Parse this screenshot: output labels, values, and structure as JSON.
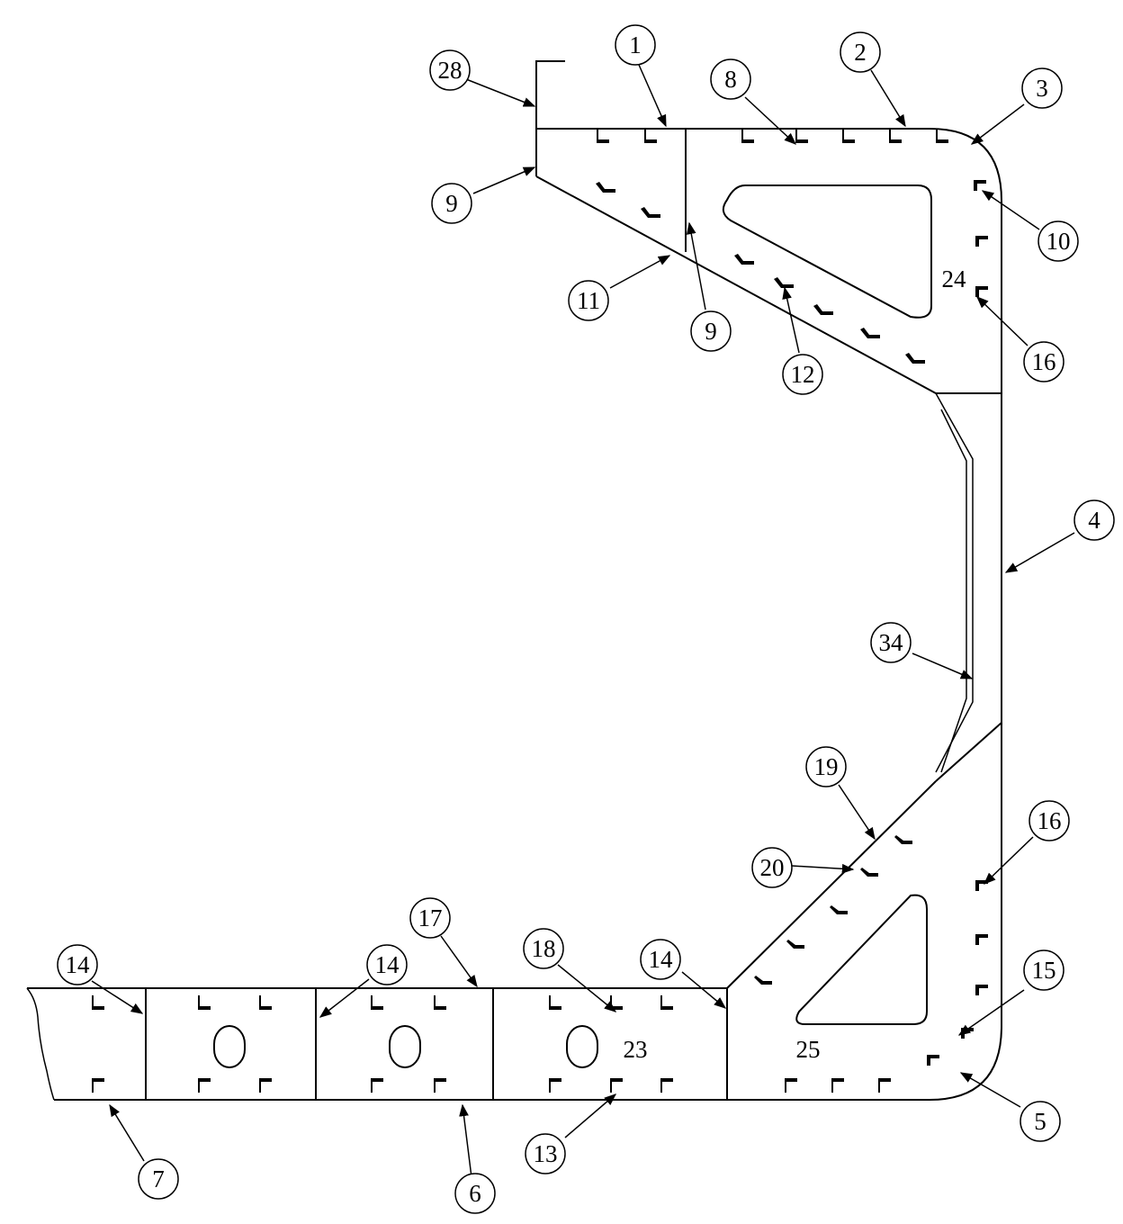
{
  "diagram": {
    "callouts": [
      {
        "id": "c28",
        "label": "28"
      },
      {
        "id": "c1",
        "label": "1"
      },
      {
        "id": "c8",
        "label": "8"
      },
      {
        "id": "c2",
        "label": "2"
      },
      {
        "id": "c3",
        "label": "3"
      },
      {
        "id": "c9a",
        "label": "9"
      },
      {
        "id": "c10",
        "label": "10"
      },
      {
        "id": "c11",
        "label": "11"
      },
      {
        "id": "c9b",
        "label": "9"
      },
      {
        "id": "c12",
        "label": "12"
      },
      {
        "id": "c16a",
        "label": "16"
      },
      {
        "id": "c4",
        "label": "4"
      },
      {
        "id": "c34",
        "label": "34"
      },
      {
        "id": "c19",
        "label": "19"
      },
      {
        "id": "c16b",
        "label": "16"
      },
      {
        "id": "c20",
        "label": "20"
      },
      {
        "id": "c17",
        "label": "17"
      },
      {
        "id": "c18",
        "label": "18"
      },
      {
        "id": "c14a",
        "label": "14"
      },
      {
        "id": "c14b",
        "label": "14"
      },
      {
        "id": "c14c",
        "label": "14"
      },
      {
        "id": "c15",
        "label": "15"
      },
      {
        "id": "c7",
        "label": "7"
      },
      {
        "id": "c6",
        "label": "6"
      },
      {
        "id": "c13",
        "label": "13"
      },
      {
        "id": "c5",
        "label": "5"
      }
    ],
    "inline_labels": [
      {
        "id": "t24",
        "label": "24"
      },
      {
        "id": "t23",
        "label": "23"
      },
      {
        "id": "t25",
        "label": "25"
      }
    ]
  }
}
